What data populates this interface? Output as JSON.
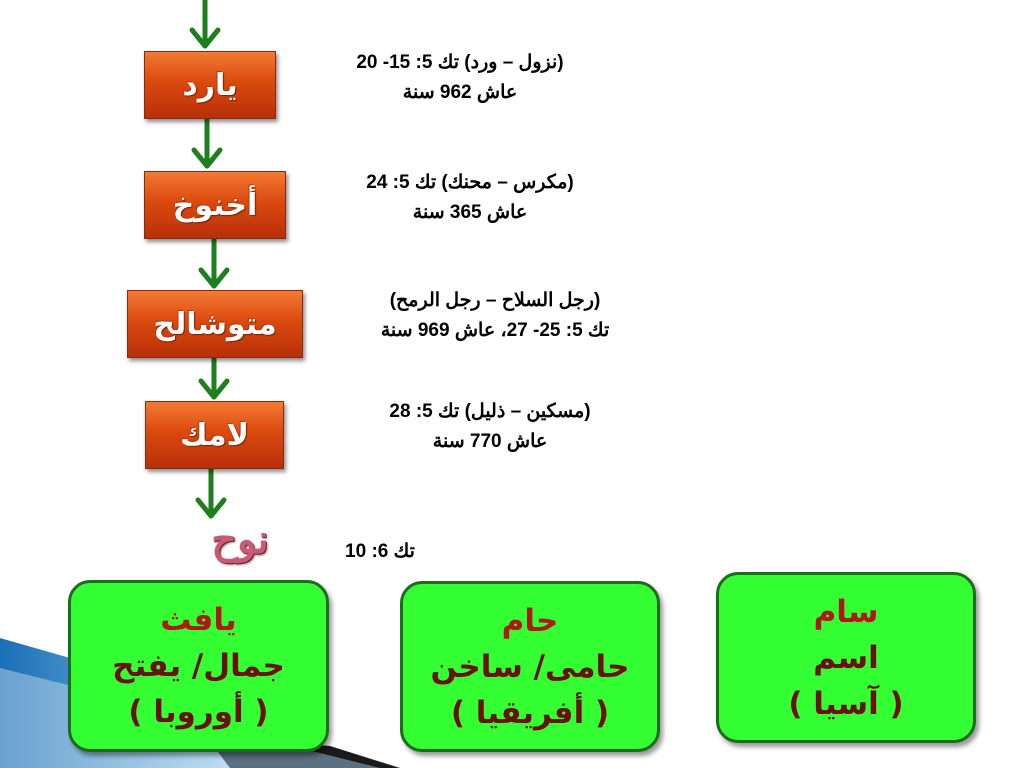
{
  "colors": {
    "generation_box": "#db4a0e",
    "arrow": "#1e7f1e",
    "son_box": "#33ff33",
    "son_border": "#1f6b1f",
    "son_text_red": "#b01818",
    "son_text_dark": "#6a1010",
    "noah_name": "#c85a78"
  },
  "generations": [
    {
      "name": "يارد",
      "line1": "(نزول –  ورد) تك 5: 15- 20",
      "line2": "عاش 962 سنة"
    },
    {
      "name": "أخنوخ",
      "line1": "(مكرس –  محنك) تك 5: 24",
      "line2": "عاش 365 سنة"
    },
    {
      "name": "متوشالح",
      "line1": "(رجل السلاح – رجل الرمح)",
      "line2": "تك 5: 25- 27، عاش 969 سنة"
    },
    {
      "name": "لامك",
      "line1": "(مسكين –  ذليل) تك 5: 28",
      "line2": "عاش 770 سنة"
    }
  ],
  "noah": {
    "name": "نوح",
    "reference": "تك 6: 10"
  },
  "sons": [
    {
      "line1": "يافث",
      "line2": "جمال/ يفتح",
      "line3": "( أوروبا )"
    },
    {
      "line1": "حام",
      "line2": "حامى/ ساخن",
      "line3": "( أفريقيا )"
    },
    {
      "line1": "سام",
      "line2": "اسم",
      "line3": "( آسيا )"
    }
  ]
}
